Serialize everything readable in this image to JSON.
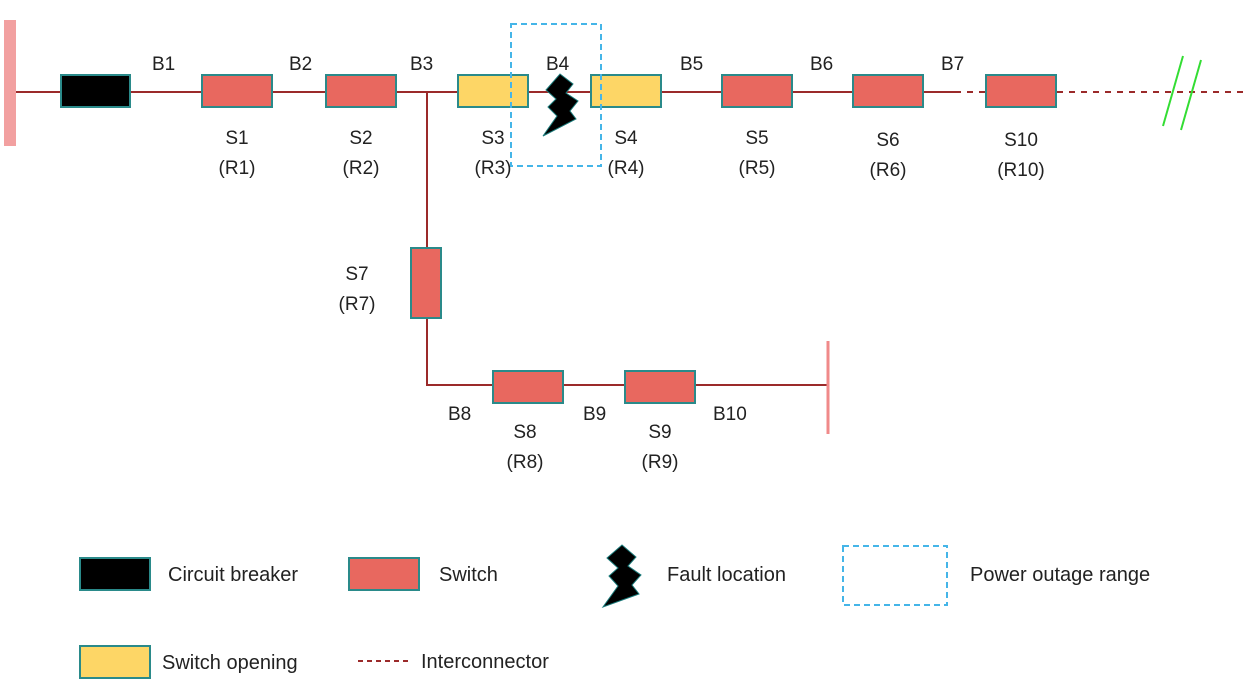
{
  "colors": {
    "line": "#9b2a2a",
    "switch_fill": "#e8685f",
    "switch_stroke": "#2a8a8a",
    "opening_fill": "#fdd666",
    "breaker_fill": "#000000",
    "source_bar": "#f2a0a0",
    "fault": "#000000",
    "outage_border": "#45b5e8",
    "break_mark": "#33dd33",
    "interconnector": "#9b2a2a"
  },
  "bus_labels": [
    "B1",
    "B2",
    "B3",
    "B4",
    "B5",
    "B6",
    "B7",
    "B8",
    "B9",
    "B10"
  ],
  "switches": [
    {
      "name": "S1",
      "sub": "(R1)",
      "state": "closed"
    },
    {
      "name": "S2",
      "sub": "(R2)",
      "state": "closed"
    },
    {
      "name": "S3",
      "sub": "(R3)",
      "state": "open"
    },
    {
      "name": "S4",
      "sub": "(R4)",
      "state": "open"
    },
    {
      "name": "S5",
      "sub": "(R5)",
      "state": "closed"
    },
    {
      "name": "S6",
      "sub": "(R6)",
      "state": "closed"
    },
    {
      "name": "S10",
      "sub": "(R10)",
      "state": "closed"
    },
    {
      "name": "S7",
      "sub": "(R7)",
      "state": "closed"
    },
    {
      "name": "S8",
      "sub": "(R8)",
      "state": "closed"
    },
    {
      "name": "S9",
      "sub": "(R9)",
      "state": "closed"
    }
  ],
  "legend": {
    "circuit_breaker": "Circuit breaker",
    "switch": "Switch",
    "fault_location": "Fault location",
    "power_outage_range": "Power outage range",
    "switch_opening": "Switch opening",
    "interconnector": "Interconnector"
  }
}
